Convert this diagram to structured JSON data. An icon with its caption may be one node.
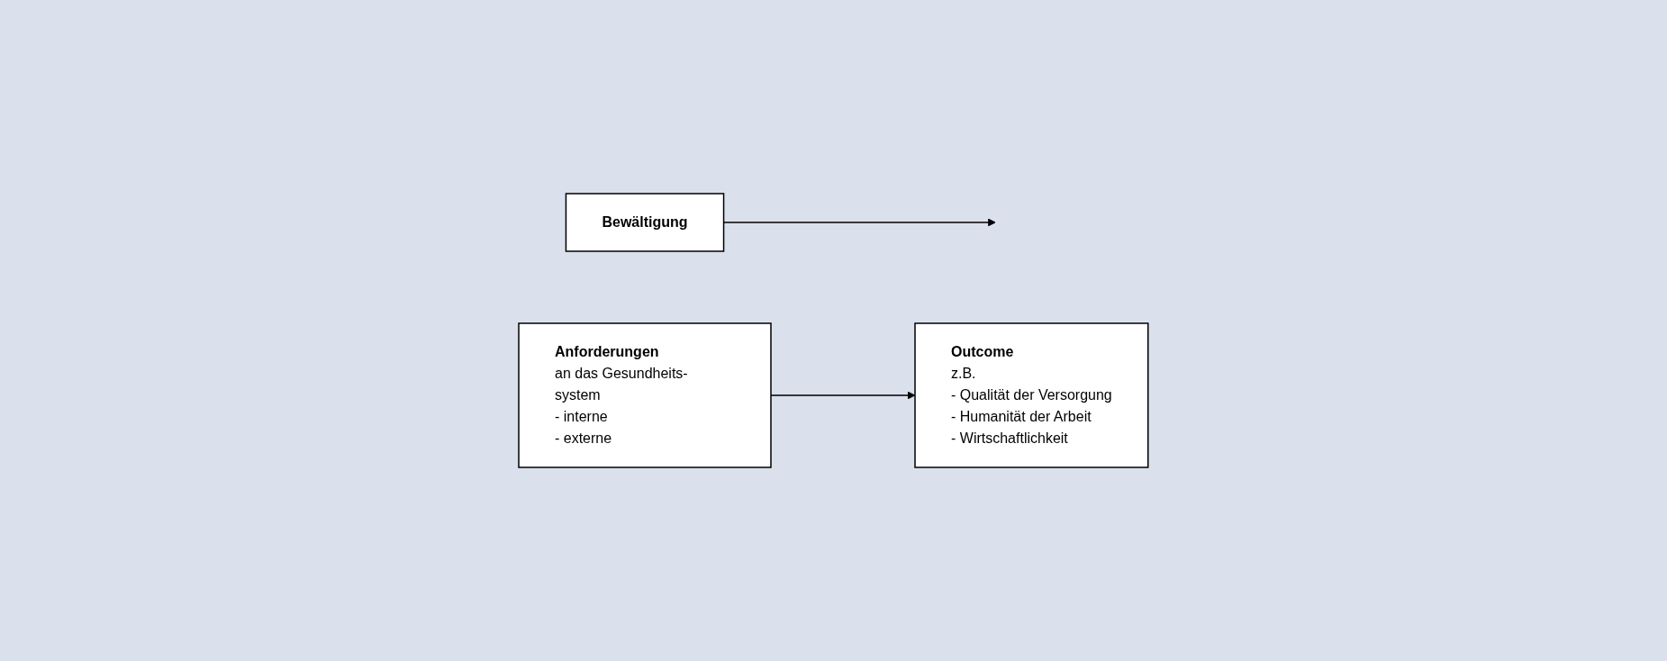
{
  "diagram": {
    "nodes": [
      {
        "text": [
          "Bewältigung"
        ]
      },
      {
        "text": [
          "Anforderungen",
          "an das Gesundheits- system",
          "- interne",
          "- externe"
        ]
      },
      {
        "text": [
          "Outcome",
          "z.B.",
          "- Qualität der Versorgung",
          "- Humanität der Arbeit",
          "- Wirtschaftlichkeit"
        ]
      }
    ],
    "edges": [
      {
        "from": 0,
        "to": null,
        "arrow": "to"
      },
      {
        "from": 1,
        "to": 2,
        "arrow": "to"
      }
    ]
  }
}
